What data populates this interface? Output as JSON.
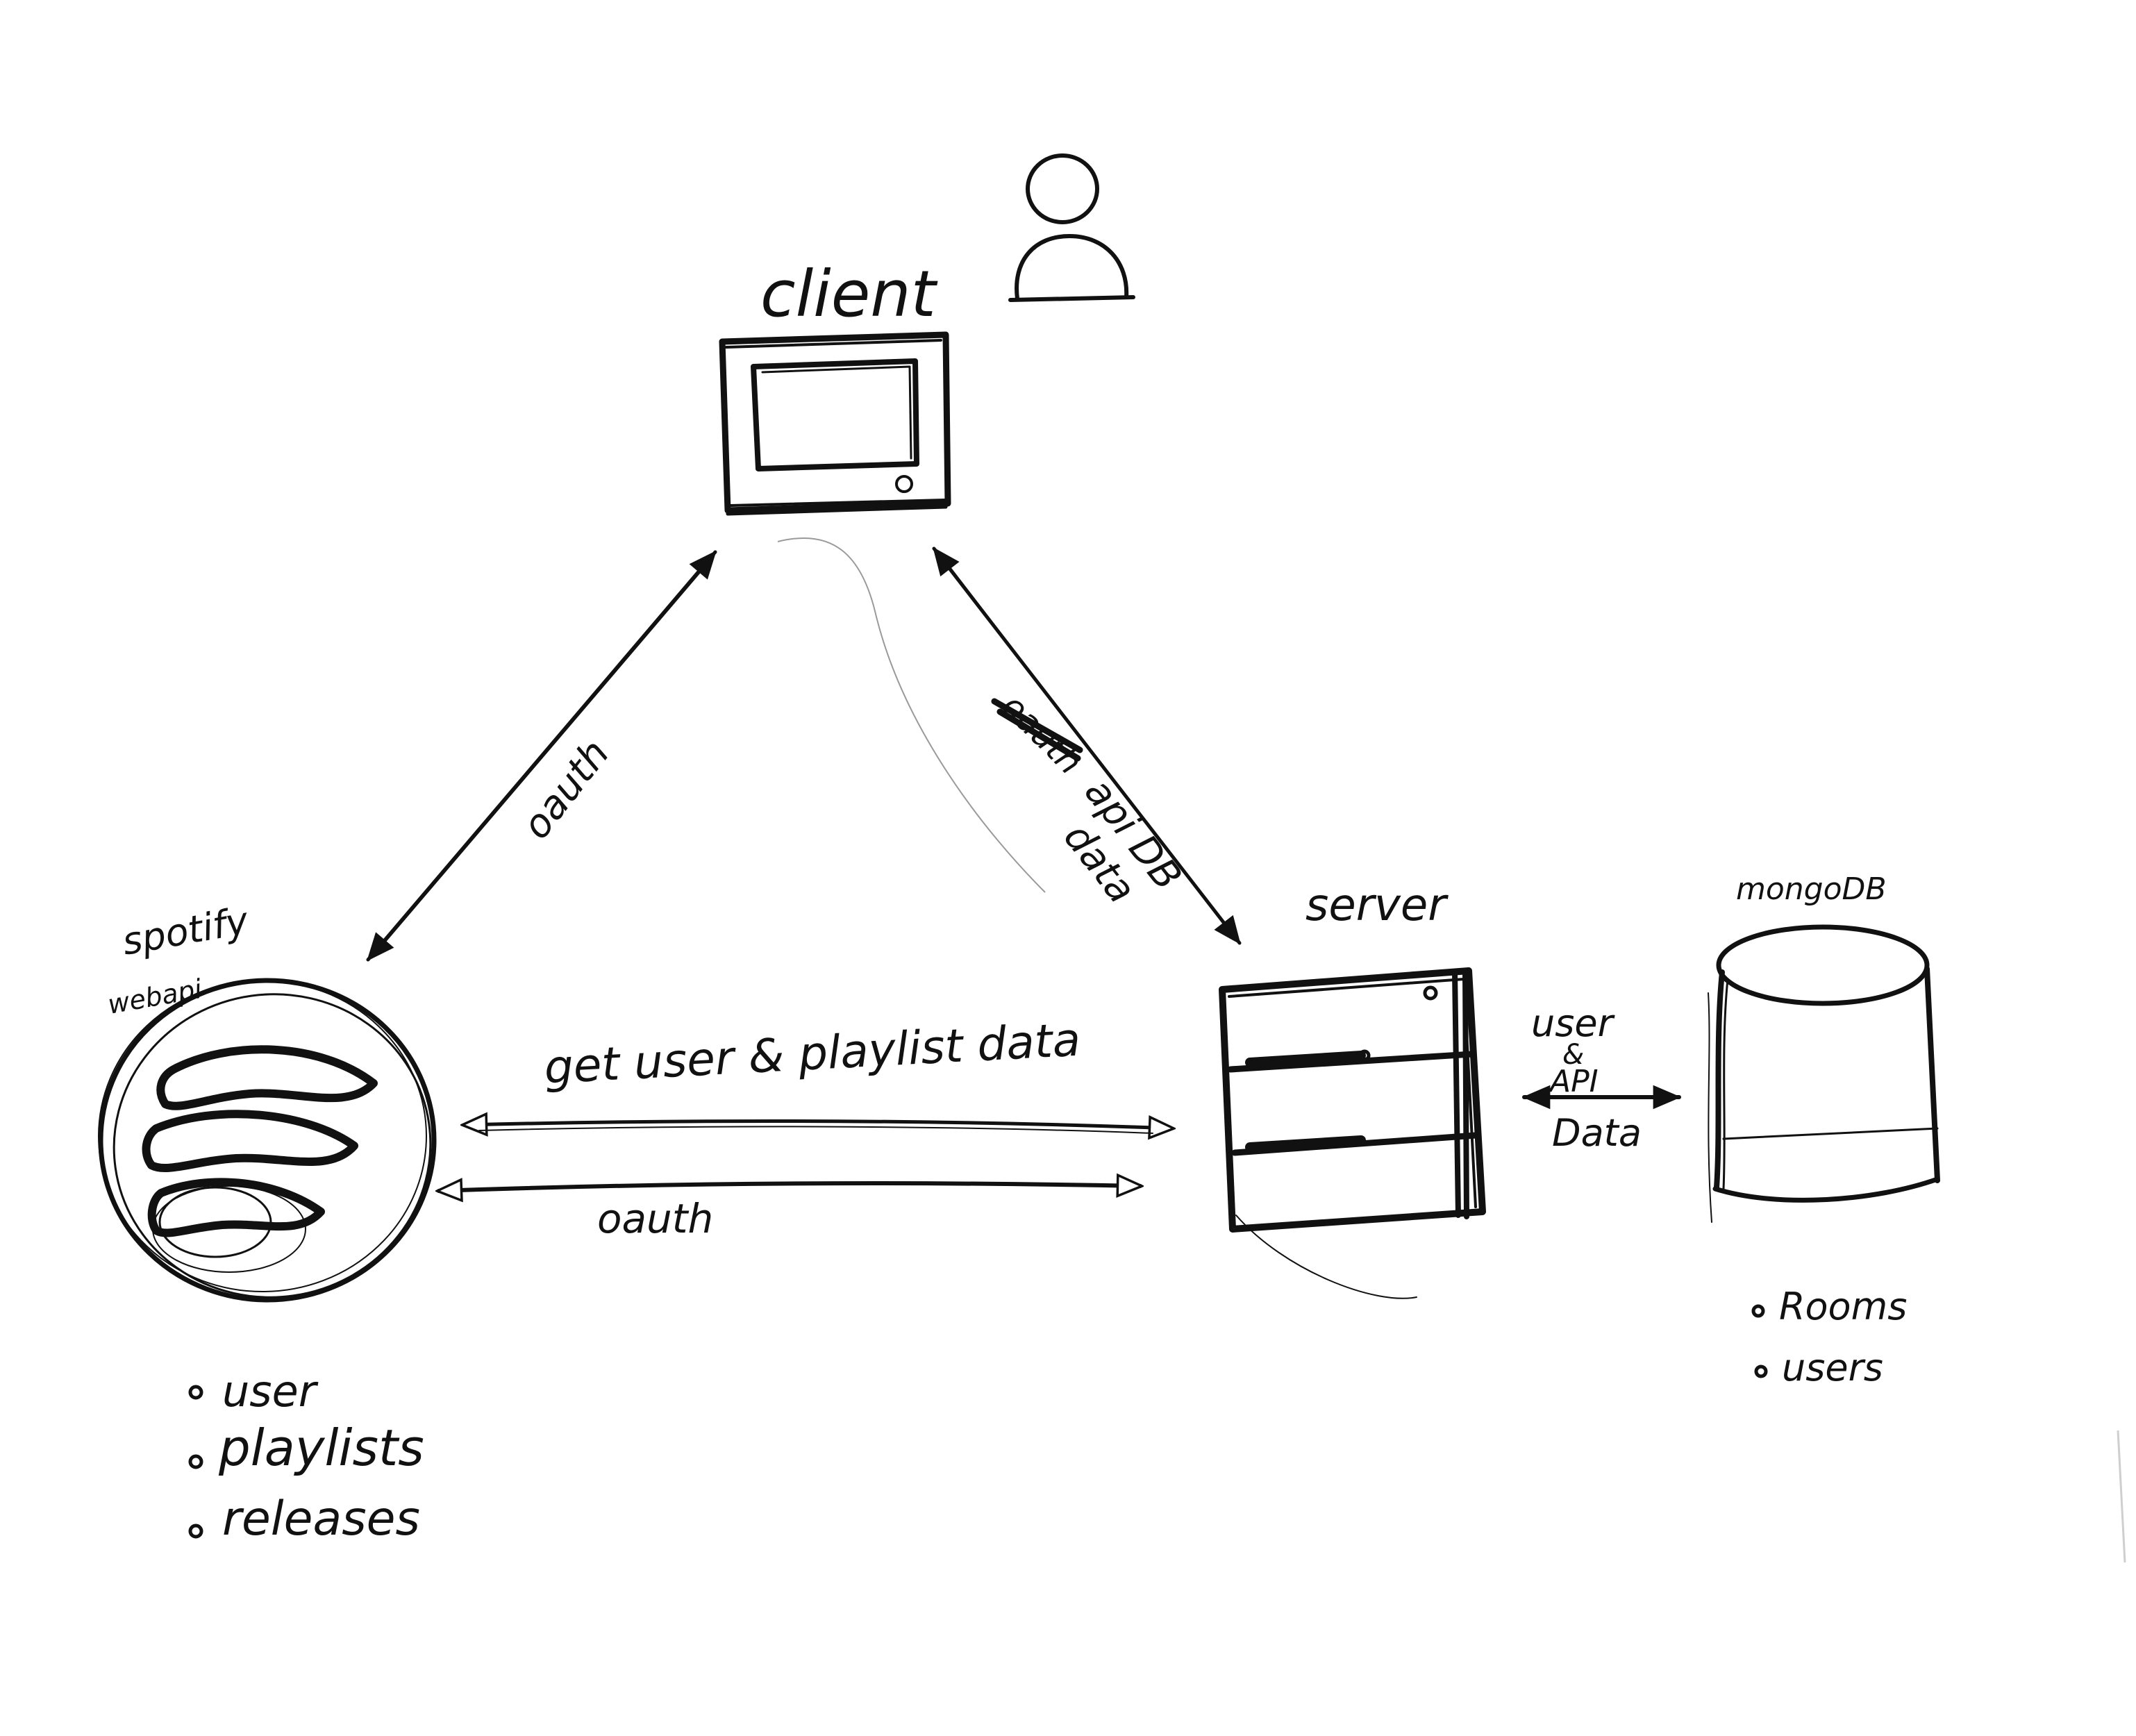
{
  "nodes": {
    "client": {
      "label": "client"
    },
    "spotify": {
      "label_line1": "spotify",
      "label_line2": "webapi"
    },
    "server": {
      "label": "server"
    },
    "mongodb": {
      "label": "mongoDB"
    }
  },
  "edges": {
    "spotify_client": {
      "label": "oauth"
    },
    "server_client": {
      "crossed_label": "oauth",
      "label_line1": "api DB",
      "label_line2": "data"
    },
    "spotify_server_top": {
      "label": "get user & playlist data"
    },
    "spotify_server_bottom": {
      "label": "oauth"
    },
    "server_mongo": {
      "label_line1": "user",
      "label_line2": "&",
      "label_line3": "API",
      "label_line4": "Data"
    }
  },
  "lists": {
    "spotify": [
      "user",
      "playlists",
      "releases"
    ],
    "mongodb": [
      "Rooms",
      "users"
    ]
  }
}
